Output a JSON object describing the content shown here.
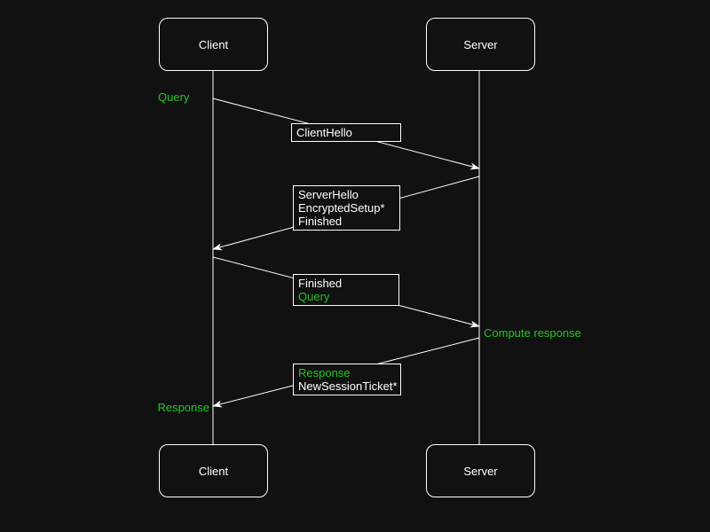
{
  "colors": {
    "background": "#111111",
    "stroke": "#ffffff",
    "accent_green": "#22c522"
  },
  "actors": {
    "client": "Client",
    "server": "Server"
  },
  "annotations": {
    "client_query": "Query",
    "server_compute": "Compute response",
    "client_response": "Response"
  },
  "messages": {
    "client_hello": {
      "lines": [
        {
          "text": "ClientHello",
          "green": false
        }
      ]
    },
    "server_hello": {
      "lines": [
        {
          "text": "ServerHello",
          "green": false
        },
        {
          "text": "EncryptedSetup*",
          "green": false
        },
        {
          "text": "Finished",
          "green": false
        }
      ]
    },
    "client_finished": {
      "lines": [
        {
          "text": "Finished",
          "green": false
        },
        {
          "text": "Query",
          "green": true
        }
      ]
    },
    "server_response": {
      "lines": [
        {
          "text": "Response",
          "green": true
        },
        {
          "text": "NewSessionTicket*",
          "green": false
        }
      ]
    }
  }
}
